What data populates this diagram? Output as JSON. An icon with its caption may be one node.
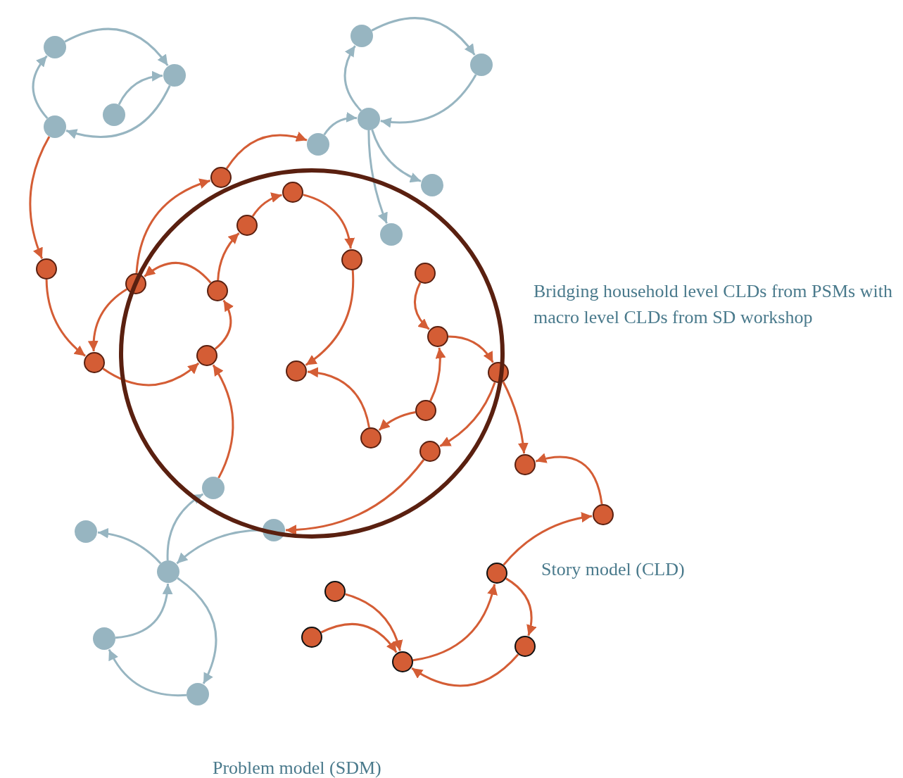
{
  "diagram": {
    "nodes": [
      {
        "text": [],
        "shape": "circle"
      },
      {
        "text": [],
        "shape": "circle"
      },
      {
        "text": [],
        "shape": "circle"
      },
      {
        "text": [],
        "shape": "circle"
      },
      {
        "text": [],
        "shape": "circle"
      },
      {
        "text": [],
        "shape": "circle"
      },
      {
        "text": [],
        "shape": "circle"
      },
      {
        "text": [],
        "shape": "circle"
      },
      {
        "text": [],
        "shape": "circle"
      },
      {
        "text": [],
        "shape": "circle"
      },
      {
        "text": [],
        "shape": "circle"
      },
      {
        "text": [],
        "shape": "circle"
      },
      {
        "text": [],
        "shape": "circle"
      },
      {
        "text": [],
        "shape": "circle"
      },
      {
        "text": [],
        "shape": "circle"
      },
      {
        "text": [],
        "shape": "circle"
      },
      {
        "text": [],
        "shape": "circle"
      },
      {
        "text": [],
        "shape": "circle"
      },
      {
        "text": [],
        "shape": "circle"
      },
      {
        "text": [],
        "shape": "circle"
      },
      {
        "text": [],
        "shape": "circle"
      },
      {
        "text": [],
        "shape": "circle"
      },
      {
        "text": [],
        "shape": "circle"
      },
      {
        "text": [],
        "shape": "circle"
      },
      {
        "text": [],
        "shape": "circle"
      },
      {
        "text": [],
        "shape": "circle"
      },
      {
        "text": [],
        "shape": "circle"
      },
      {
        "text": [],
        "shape": "circle"
      },
      {
        "text": [],
        "shape": "circle"
      },
      {
        "text": [],
        "shape": "circle"
      },
      {
        "text": [],
        "shape": "circle"
      },
      {
        "text": [],
        "shape": "circle"
      },
      {
        "text": [],
        "shape": "circle"
      },
      {
        "text": [],
        "shape": "circle"
      },
      {
        "text": [],
        "shape": "circle"
      },
      {
        "text": [],
        "shape": "circle"
      },
      {
        "text": [],
        "shape": "circle"
      },
      {
        "text": [],
        "shape": "circle"
      },
      {
        "text": [],
        "shape": "circle"
      }
    ],
    "edges": [
      {
        "from": 0,
        "to": 1,
        "arrow": "to",
        "color": "#97b5c1"
      },
      {
        "from": 3,
        "to": 0,
        "arrow": "to",
        "color": "#97b5c1"
      },
      {
        "from": 1,
        "to": 3,
        "arrow": "to",
        "color": "#97b5c1"
      },
      {
        "from": 2,
        "to": 1,
        "arrow": "to",
        "color": "#97b5c1"
      },
      {
        "from": 3,
        "to": 13,
        "arrow": "to"
      },
      {
        "from": 10,
        "to": 7,
        "arrow": "to"
      },
      {
        "from": 7,
        "to": 6,
        "arrow": "to",
        "color": "#97b5c1"
      },
      {
        "from": 6,
        "to": 4,
        "arrow": "to",
        "color": "#97b5c1"
      },
      {
        "from": 4,
        "to": 5,
        "arrow": "to",
        "color": "#97b5c1"
      },
      {
        "from": 5,
        "to": 6,
        "arrow": "to",
        "color": "#97b5c1"
      },
      {
        "from": 6,
        "to": 8,
        "arrow": "to",
        "color": "#97b5c1"
      },
      {
        "from": 6,
        "to": 9,
        "arrow": "to",
        "color": "#97b5c1"
      },
      {
        "from": 13,
        "to": 19,
        "arrow": "to"
      },
      {
        "from": 16,
        "to": 19,
        "arrow": "to"
      },
      {
        "from": 16,
        "to": 10,
        "arrow": "to"
      },
      {
        "from": 17,
        "to": 16,
        "arrow": "to"
      },
      {
        "from": 17,
        "to": 12,
        "arrow": "to"
      },
      {
        "from": 12,
        "to": 11,
        "arrow": "to"
      },
      {
        "from": 11,
        "to": 14,
        "arrow": "to"
      },
      {
        "from": 14,
        "to": 21,
        "arrow": "to"
      },
      {
        "from": 20,
        "to": 17,
        "arrow": "to"
      },
      {
        "from": 19,
        "to": 20,
        "arrow": "to"
      },
      {
        "from": 27,
        "to": 20,
        "arrow": "to"
      },
      {
        "from": 15,
        "to": 18,
        "arrow": "to"
      },
      {
        "from": 18,
        "to": 22,
        "arrow": "to"
      },
      {
        "from": 23,
        "to": 18,
        "arrow": "to"
      },
      {
        "from": 23,
        "to": 24,
        "arrow": "to"
      },
      {
        "from": 24,
        "to": 21,
        "arrow": "to"
      },
      {
        "from": 22,
        "to": 25,
        "arrow": "to"
      },
      {
        "from": 22,
        "to": 26,
        "arrow": "to"
      },
      {
        "from": 25,
        "to": 29,
        "arrow": "to"
      },
      {
        "from": 29,
        "to": 30,
        "arrow": "to",
        "color": "#97b5c1"
      },
      {
        "from": 30,
        "to": 27,
        "arrow": "to",
        "color": "#97b5c1"
      },
      {
        "from": 30,
        "to": 28,
        "arrow": "to",
        "color": "#97b5c1"
      },
      {
        "from": 31,
        "to": 30,
        "arrow": "to",
        "color": "#97b5c1"
      },
      {
        "from": 30,
        "to": 32,
        "arrow": "to",
        "color": "#97b5c1"
      },
      {
        "from": 32,
        "to": 31,
        "arrow": "to",
        "color": "#97b5c1"
      },
      {
        "from": 33,
        "to": 26,
        "arrow": "to"
      },
      {
        "from": 34,
        "to": 33,
        "arrow": "to"
      },
      {
        "from": 34,
        "to": 37,
        "arrow": "to"
      },
      {
        "from": 37,
        "to": 38,
        "arrow": "to"
      },
      {
        "from": 38,
        "to": 34,
        "arrow": "to"
      },
      {
        "from": 35,
        "to": 38,
        "arrow": "to"
      },
      {
        "from": 36,
        "to": 38,
        "arrow": "to"
      }
    ],
    "labels": [
      "Bridging household level CLDs from PSMs with macro level CLDs from SD workshop",
      "Story model (CLD)",
      "Problem model (SDM)"
    ]
  }
}
